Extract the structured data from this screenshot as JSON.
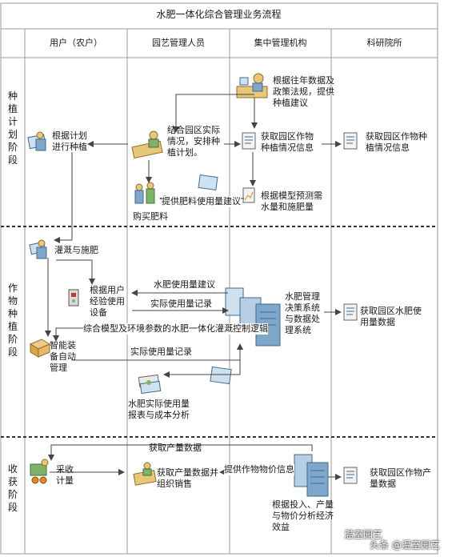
{
  "title": "水肥一体化综合管理业务流程",
  "columns": [
    "用户（农户）",
    "园艺管理人员",
    "集中管理机构",
    "科研院所"
  ],
  "phases": {
    "planning": "种植计划阶段",
    "growing": "作物种植阶段",
    "harvest": "收获阶段"
  },
  "planning": {
    "user_plan": "根据计划进行种植",
    "gardener_plan": "结合园区实际情况，安排种植计划。",
    "buy_fertilizer": "购买肥料",
    "fertilizer_advice": "提供肥料使用量建议",
    "center_advice": "根据往年数据及政策法规，提供种植建议",
    "center_collect": "获取园区作物种植情况信息",
    "center_forecast": "根据模型预测需水量和施肥量",
    "research_collect": "获取园区作物种植情况信息"
  },
  "growing": {
    "irrigate": "灌溉与施肥",
    "user_device": "根据用户经验使用设备",
    "smart_device": "智能装备自动管理",
    "advice_label": "水肥使用量建议",
    "record_label": "实际使用量记录",
    "control_label": "综合模型及环境参数的水肥一体化灌溉控制逻辑",
    "record_label2": "实际使用量记录",
    "system": "水肥管理决策系统与数据处理系统",
    "report": "水肥实际使用量报表与成本分析",
    "research_usage": "获取园区水肥使用量数据"
  },
  "harvest": {
    "yield_label": "获取产量数据",
    "pick": "采收计量",
    "gardener_sell": "获取产量数据并组织销售",
    "price_label": "提供作物物价信息",
    "center_analysis": "根据投入、产量与物价分析经济效益",
    "research_yield": "获取园区作物产量数据"
  },
  "watermark": "头条 @温室园艺",
  "watermark2": "温室园艺",
  "colors": {
    "line": "#444444",
    "grid": "#9a9a9a",
    "phase_divider": "#333333",
    "icon_blue": "#7fa7c9",
    "icon_yellow": "#e8c77a",
    "icon_green": "#7fb36b"
  }
}
